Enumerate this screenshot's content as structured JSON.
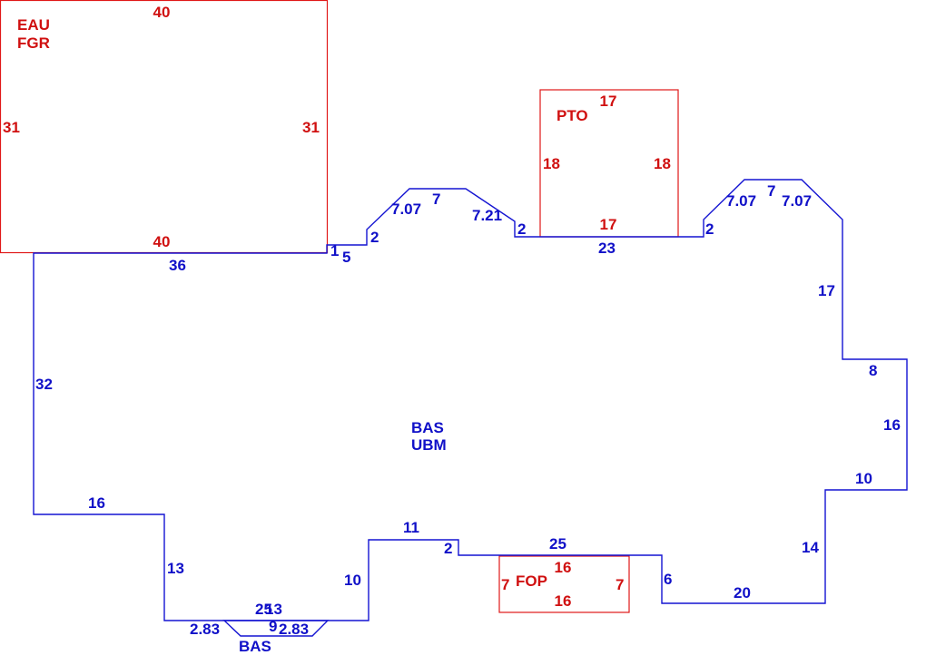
{
  "colors": {
    "red": "#e01818",
    "blue": "#1414d2"
  },
  "areas": {
    "eau": {
      "codes": [
        "EAU",
        "FGR"
      ],
      "dims": {
        "top": "40",
        "bottom": "40",
        "left": "31",
        "right": "31"
      }
    },
    "pto": {
      "code": "PTO",
      "dims": {
        "top": "17",
        "bottom": "17",
        "left": "18",
        "right": "18"
      }
    },
    "fop": {
      "code": "FOP",
      "dims": {
        "top": "16",
        "bottom": "16",
        "left": "7",
        "right": "7"
      }
    },
    "bas_main": {
      "codes": [
        "BAS",
        "UBM"
      ]
    },
    "bas_small": {
      "code": "BAS",
      "dims": {
        "width": "25",
        "left_angle": "2.83",
        "bottom": "9",
        "right_angle": "2.83",
        "inner": "13"
      }
    }
  },
  "segments": {
    "top_left": "36",
    "step_1": "1",
    "step_5": "5",
    "rise_2a": "2",
    "diag_707a": "7.07",
    "top_7a": "7",
    "diag_721": "7.21",
    "drop_2": "2",
    "under_pto": "23",
    "rise_2b": "2",
    "diag_707b": "7.07",
    "top_7b": "7",
    "diag_707c": "7.07",
    "right_17": "17",
    "step_8": "8",
    "right_16": "16",
    "step_10": "10",
    "right_14": "14",
    "bottom_20": "20",
    "drop_6": "6",
    "bottom_25": "25",
    "step_2": "2",
    "top_11": "11",
    "left_10": "10",
    "left_13": "13",
    "step_16": "16",
    "left_32": "32"
  }
}
